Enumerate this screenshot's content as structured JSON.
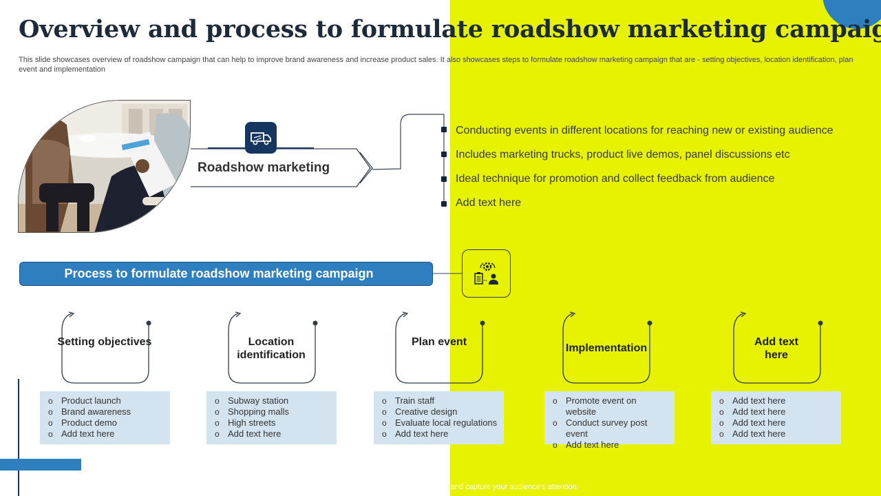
{
  "slide": {
    "title": "Overview and process to formulate roadshow marketing campaign",
    "subtitle": "This slide showcases overview of roadshow campaign that can help to improve brand awareness and increase product sales. It also showcases steps to formulate roadshow marketing campaign that are - setting objectives, location identification, plan event and implementation",
    "footer": "ds and capture your audience's attention."
  },
  "overview": {
    "photo_icon": "meeting-photo",
    "badge_icon": "truck-icon",
    "label": "Roadshow marketing",
    "bullets": [
      "Conducting events in different locations for reaching new or existing audience",
      "Includes  marketing trucks,  product live demos, panel discussions etc",
      "Ideal technique for promotion and collect feedback from audience",
      "Add text here"
    ]
  },
  "process": {
    "heading": "Process to formulate roadshow marketing campaign",
    "heading_icon": "process-settings-icon",
    "steps": [
      {
        "title": "Setting objectives",
        "items": [
          "Product launch",
          "Brand awareness",
          "Product demo",
          "Add text here"
        ]
      },
      {
        "title": "Location identification",
        "items": [
          "Subway station",
          "Shopping malls",
          "High streets",
          "Add text here"
        ]
      },
      {
        "title": "Plan event",
        "items": [
          "Train  staff",
          "Creative  design",
          "Evaluate  local regulations",
          "Add text here"
        ]
      },
      {
        "title": "Implementation",
        "items": [
          "Promote event  on website",
          "Conduct  survey  post event",
          "Add text here"
        ]
      },
      {
        "title": "Add text here",
        "items": [
          "Add text here",
          "Add text here",
          "Add text here",
          "Add text here"
        ]
      }
    ]
  },
  "colors": {
    "accent_blue": "#2e7fc0",
    "navy": "#14365f",
    "yellow": "#e6f200",
    "box_fill": "#d3e3ef"
  }
}
